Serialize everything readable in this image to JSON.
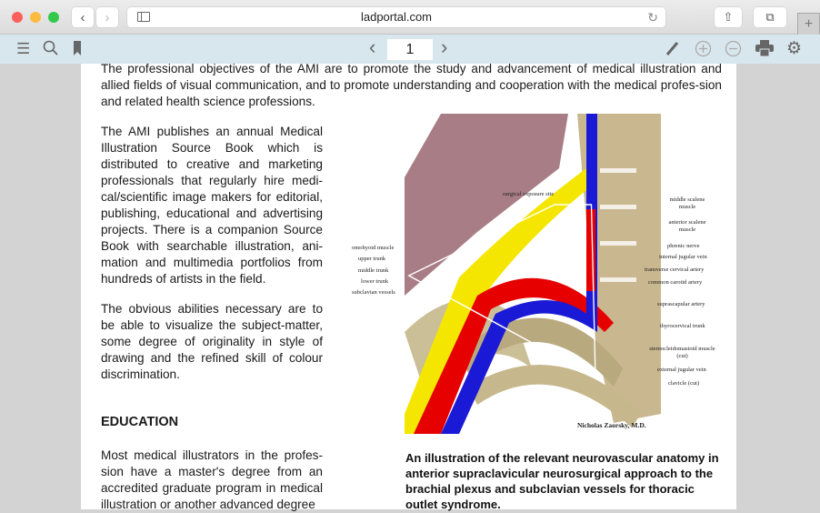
{
  "browser": {
    "url": "ladportal.com",
    "new_tab": "+"
  },
  "pdf_toolbar": {
    "page_number": "1"
  },
  "document": {
    "intro": "The professional objectives of the AMI are to promote the study and advancement of medical illustration and allied fields of visual communication, and to promote understanding and cooperation with the medical profes-sion and related health science professions.",
    "para1": "The AMI publishes an annual Medical Illustration Source Book which is distributed to creative and marketing professionals that regularly hire medi-cal/scientific image makers for editorial, publishing, educational and advertising projects. There is a companion Source Book with searchable illustration, ani-mation and multimedia portfolios from hundreds of artists in the field.",
    "para2": "The obvious abilities necessary are to be able to visualize the subject-matter, some degree of originality in style of drawing and the refined skill of colour discrimination.",
    "heading": "EDUCATION",
    "para3": "Most medical illustrators in the profes-sion have a master's degree from an accredited graduate program in medical illustration or another advanced degree",
    "caption": "An illustration of the relevant neurovascular anatomy in anterior supraclavicular neurosurgical approach to the brachial plexus and subclavian vessels for thoracic outlet syndrome."
  },
  "illustration": {
    "top_label": "surgical exposure site",
    "left_labels": [
      "omohyoid muscle",
      "upper trunk",
      "middle trunk",
      "lower trunk",
      "subclavian vessels"
    ],
    "right_labels": [
      "middle scalene muscle",
      "anterior scalene muscle",
      "phrenic nerve",
      "internal jugular vein",
      "transverse cervical artery",
      "common carotid artery",
      "suprascapular artery",
      "thyrocervical trunk",
      "sternocleidomastoid muscle (cut)",
      "external jugular vein",
      "clavicle (cut)"
    ],
    "signature": "Nicholas Zaorsky, M.D."
  }
}
